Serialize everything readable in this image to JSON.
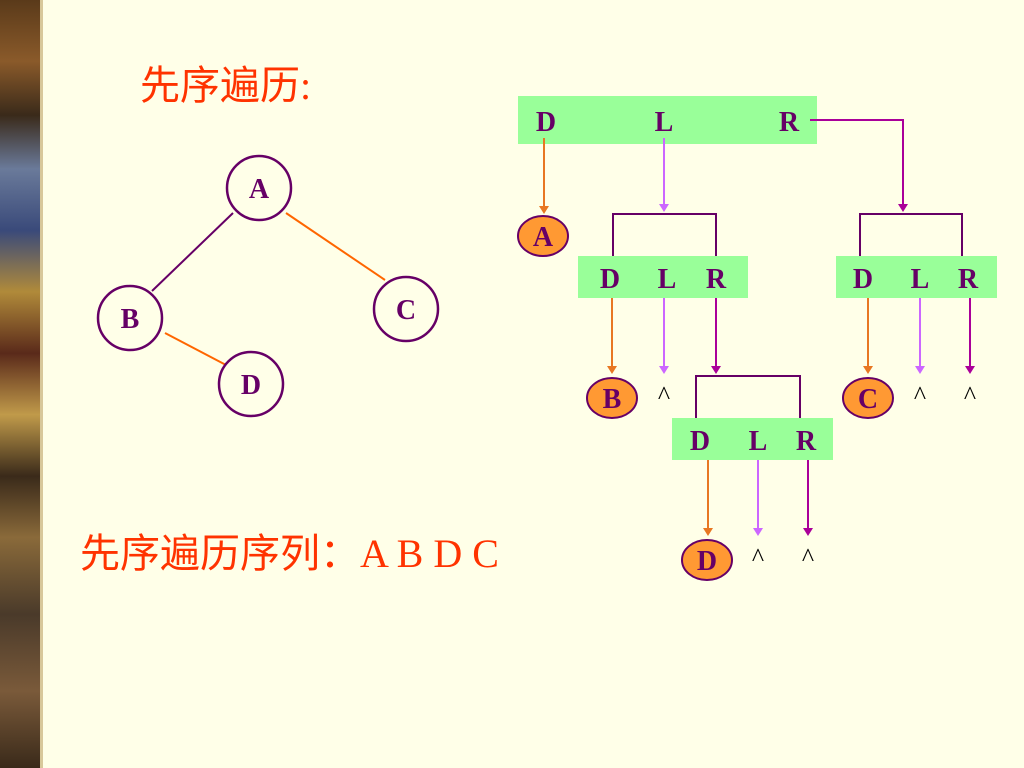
{
  "slide": {
    "title": "先序遍历:",
    "result": "先序遍历序列：A  B  D  C"
  },
  "colors": {
    "background": "#FFFFE8",
    "title_red": "#FF3300",
    "node_stroke": "#660066",
    "node_fill": "#FFFFE8",
    "visit_fill": "#FF9933",
    "box_fill": "#99FF99",
    "edge_orange": "#FF6600",
    "arrow_orange": "#E87722",
    "arrow_violet": "#CC66FF",
    "arrow_magenta": "#AA0099",
    "bracket_purple": "#660066",
    "label_purple": "#660066"
  },
  "tree": {
    "nodes": [
      "A",
      "B",
      "C",
      "D"
    ],
    "edges": [
      [
        "A",
        "B"
      ],
      [
        "A",
        "C"
      ],
      [
        "B",
        "D"
      ]
    ]
  },
  "traversal": {
    "boxes": [
      {
        "id": "root",
        "labels": [
          "D",
          "L",
          "R"
        ]
      },
      {
        "id": "b",
        "labels": [
          "D",
          "L",
          "R"
        ]
      },
      {
        "id": "c",
        "labels": [
          "D",
          "L",
          "R"
        ]
      },
      {
        "id": "d",
        "labels": [
          "D",
          "L",
          "R"
        ]
      }
    ],
    "visited": [
      "A",
      "B",
      "C",
      "D"
    ],
    "null_marker": "^"
  }
}
